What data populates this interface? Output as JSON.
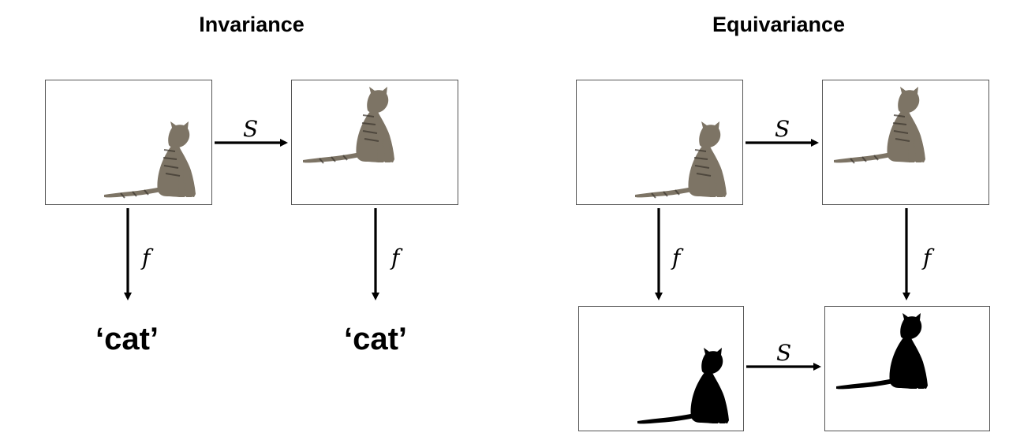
{
  "invariance": {
    "title": "Invariance",
    "transform_label": "S",
    "map_label": "f",
    "output_left": "‘cat’",
    "output_right": "‘cat’"
  },
  "equivariance": {
    "title": "Equivariance",
    "transform_label_top": "S",
    "transform_label_bottom": "S",
    "map_label": "f"
  },
  "colors": {
    "stroke": "#000000",
    "frame": "#555555",
    "cat_fur": "#7d7465",
    "cat_stripe": "#3b352d",
    "silhouette": "#000000"
  }
}
